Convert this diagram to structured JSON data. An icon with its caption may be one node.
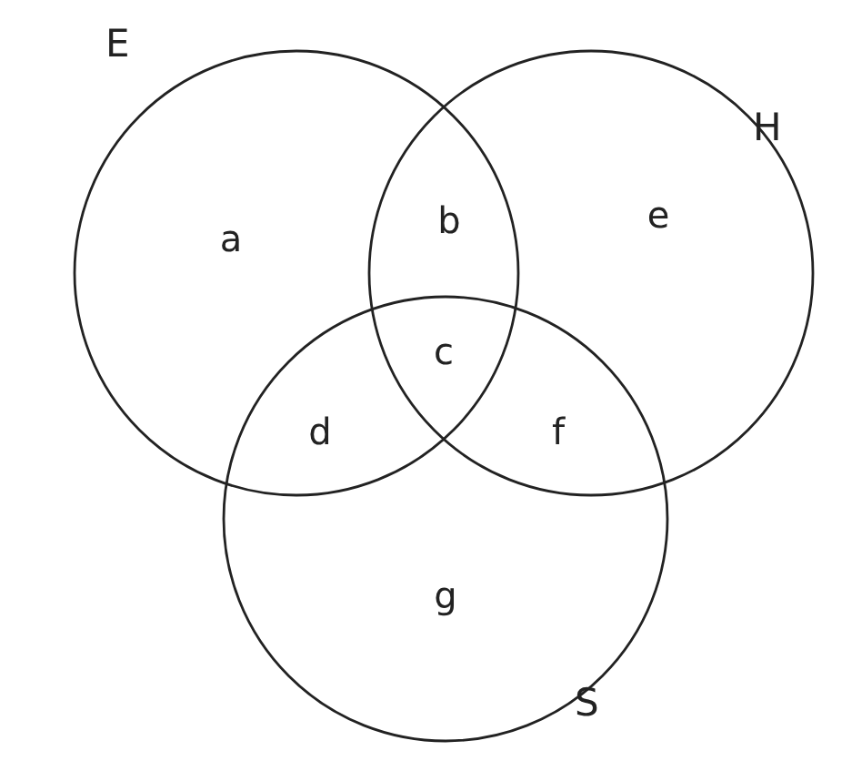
{
  "diagram": {
    "nodes": [
      {
        "text": [
          "E"
        ]
      },
      {
        "text": [
          "H"
        ]
      },
      {
        "text": [
          "S"
        ]
      }
    ],
    "labels": [
      "a",
      "b",
      "e",
      "c",
      "d",
      "f",
      "g"
    ]
  }
}
